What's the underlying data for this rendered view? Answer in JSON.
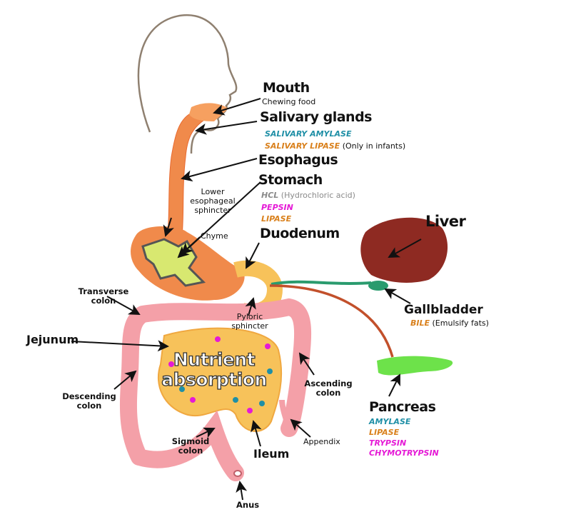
{
  "colors": {
    "teal": "#1f8fa6",
    "orange": "#d9801c",
    "magenta": "#e51ad6",
    "gray": "#8a8a8a",
    "organ": "#f08a4b",
    "intestine": "#f4a0a8",
    "small": "#f7c25a",
    "liver": "#8e2a22",
    "pancreas": "#6de24a",
    "bile_duct": "#2a9b6e",
    "pancreatic_duct": "#c2502b"
  },
  "labels": {
    "mouth": "Mouth",
    "mouth_note": "Chewing food",
    "salivary": "Salivary glands",
    "salivary_amylase": "SALIVARY AMYLASE",
    "salivary_lipase": "SALIVARY LIPASE",
    "salivary_lipase_note": "(Only in infants)",
    "esophagus": "Esophagus",
    "stomach": "Stomach",
    "hcl": "HCL",
    "hcl_note": "(Hydrochloric acid)",
    "pepsin": "PEPSIN",
    "stomach_lipase": "LIPASE",
    "duodenum": "Duodenum",
    "liver": "Liver",
    "gallbladder": "Gallbladder",
    "bile": "BILE",
    "bile_note": "(Emulsify fats)",
    "pancreas": "Pancreas",
    "amylase": "AMYLASE",
    "lipase": "LIPASE",
    "trypsin": "TRYPSIN",
    "chymotrypsin": "CHYMOTRYPSIN",
    "les_1": "Lower",
    "les_2": "esophageal",
    "les_3": "sphincter",
    "chyme": "Chyme",
    "transverse_1": "Transverse",
    "transverse_2": "colon",
    "pyloric_1": "Pyloric",
    "pyloric_2": "sphincter",
    "jejunum": "Jejunum",
    "nutrient_1": "Nutrient",
    "nutrient_2": "absorption",
    "descending_1": "Descending",
    "descending_2": "colon",
    "ascending_1": "Ascending",
    "ascending_2": "colon",
    "appendix": "Appendix",
    "ileum": "Ileum",
    "sigmoid_1": "Sigmoid",
    "sigmoid_2": "colon",
    "anus": "Anus"
  }
}
